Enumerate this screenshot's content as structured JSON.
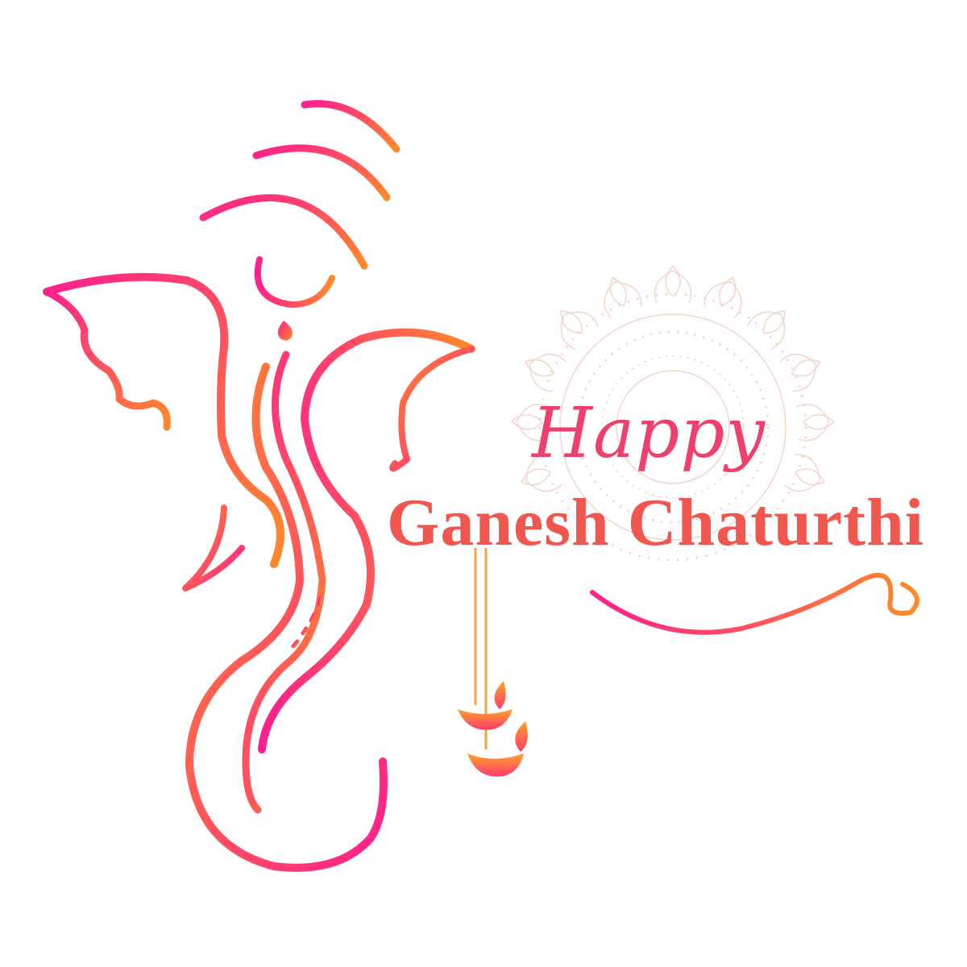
{
  "greeting": {
    "happy": "Happy",
    "title": "Ganesh Chaturthi"
  },
  "colors": {
    "pink": "#ff1f8e",
    "orange": "#ff8a2a",
    "coral": "#f0574f",
    "mandala": "#f6d5c8"
  },
  "icons": [
    "ganesha-line-art",
    "mandala-ornament",
    "hanging-diya-lamps",
    "decorative-swirl"
  ]
}
